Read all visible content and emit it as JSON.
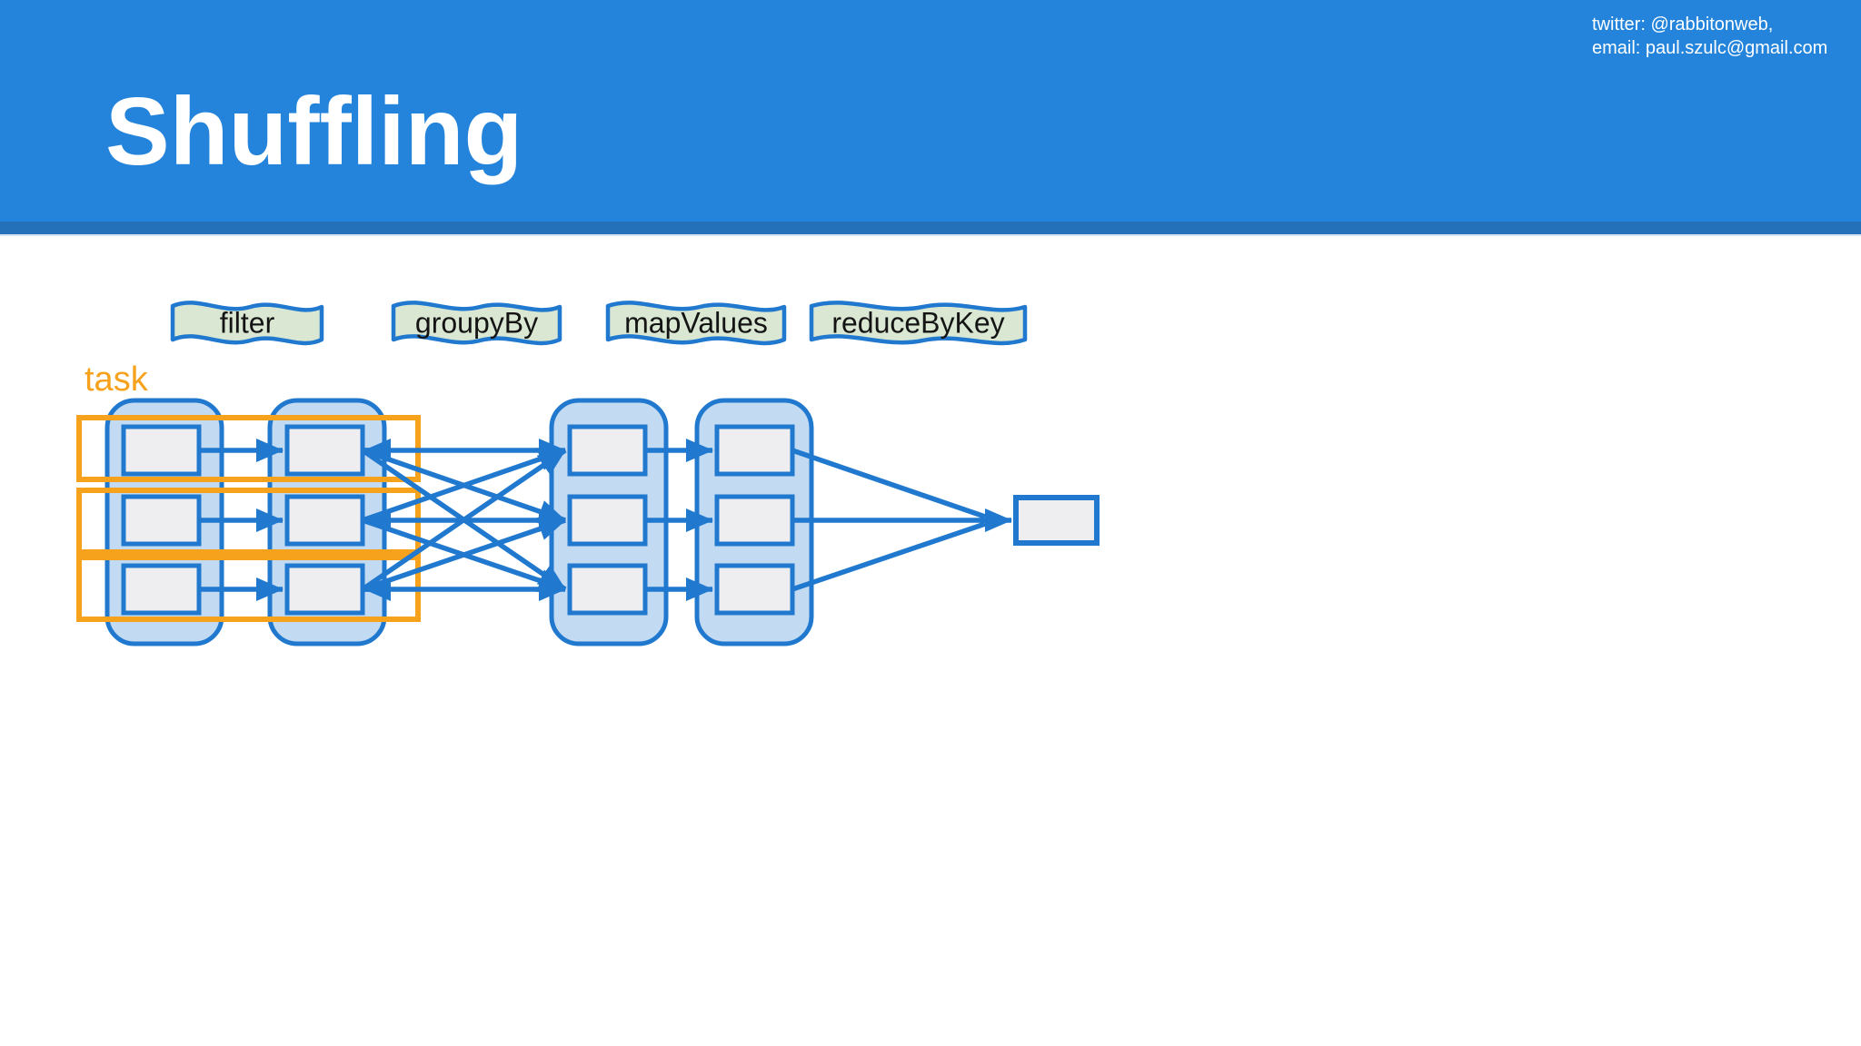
{
  "header": {
    "title": "Shuffling",
    "contact": [
      "twitter: @rabbitonweb,",
      "email: paul.szulc@gmail.com"
    ]
  },
  "colors": {
    "slide_background": "#FFFFFF",
    "header_background": "#2484DB",
    "header_accent_strip": "#2471BA",
    "title_text": "#FFFFFF",
    "diagram_blue": "#2079CE",
    "container_fill": "#C3DAF3",
    "partition_box_fill": "#EEEEF1",
    "task_orange": "#F6A21D",
    "operation_label_fill": "#D9E7D3",
    "operation_label_text": "#141414"
  },
  "diagram": {
    "task_label": "task",
    "operations": [
      "filter",
      "groupyBy",
      "mapValues",
      "reduceByKey"
    ],
    "stages": [
      {
        "name": "stage-1-input",
        "partitions": 3
      },
      {
        "name": "stage-1-filtered",
        "partitions": 3
      },
      {
        "name": "stage-2-grouped",
        "partitions": 3
      },
      {
        "name": "stage-2-mapped",
        "partitions": 3
      }
    ],
    "task_boundaries": 3,
    "connections": {
      "narrow_stage_pairs": [
        [
          0,
          1
        ],
        [
          2,
          3
        ]
      ],
      "shuffle_stage_pair": [
        1,
        2
      ],
      "collect_from_stage": 3
    },
    "result_boxes": 1
  }
}
